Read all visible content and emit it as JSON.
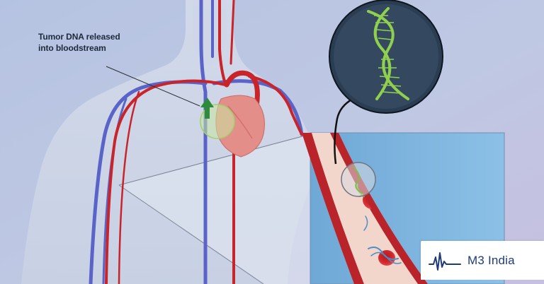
{
  "annotation": {
    "line1": "Tumor DNA released",
    "line2": "into bloodstream"
  },
  "logo": {
    "text": "M3 India"
  },
  "colors": {
    "background": "#b9c4df",
    "artery": "#c8242a",
    "vein": "#5a64c8",
    "heart": "#e48e89",
    "dna": "#8fd14f",
    "red_blood_cell": "#d0262a",
    "brand": "#1f3b77"
  },
  "icons": [
    "heart-icon",
    "up-arrow-icon",
    "dna-helix-icon",
    "blood-vessel-icon",
    "m3-india-logo-icon"
  ]
}
